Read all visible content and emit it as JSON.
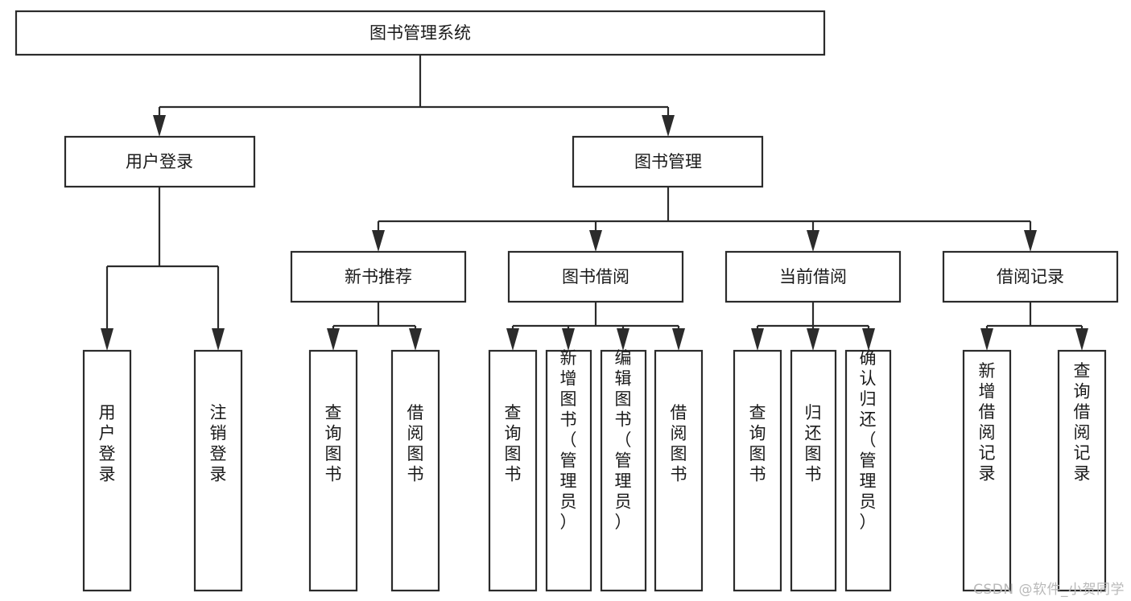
{
  "diagram": {
    "type": "tree",
    "title": "图书管理系统",
    "orientation": "top-down",
    "colors": {
      "background": "#ffffff",
      "box_fill": "#ffffff",
      "box_stroke": "#2b2b2b",
      "text": "#1a1a1a",
      "connector": "#2b2b2b",
      "watermark": "#b9b9b9"
    },
    "root": {
      "label": "图书管理系统"
    },
    "level1": [
      {
        "label": "用户登录"
      },
      {
        "label": "图书管理"
      }
    ],
    "level2": [
      {
        "label": "新书推荐"
      },
      {
        "label": "图书借阅"
      },
      {
        "label": "当前借阅"
      },
      {
        "label": "借阅记录"
      }
    ],
    "leaves": {
      "user_login": [
        {
          "label": "用户登录"
        },
        {
          "label": "注销登录"
        }
      ],
      "new_book_recommend": [
        {
          "label": "查询图书"
        },
        {
          "label": "借阅图书"
        }
      ],
      "book_borrow": [
        {
          "label": "查询图书"
        },
        {
          "label": "新增图书（管理员）"
        },
        {
          "label": "编辑图书（管理员）"
        },
        {
          "label": "借阅图书"
        }
      ],
      "current_borrow": [
        {
          "label": "查询图书"
        },
        {
          "label": "归还图书"
        },
        {
          "label": "确认归还（管理员）"
        }
      ],
      "borrow_record": [
        {
          "label": "新增借阅记录"
        },
        {
          "label": "查询借阅记录"
        }
      ]
    }
  },
  "watermark": {
    "text": "CSDN @软件_小贺同学"
  }
}
